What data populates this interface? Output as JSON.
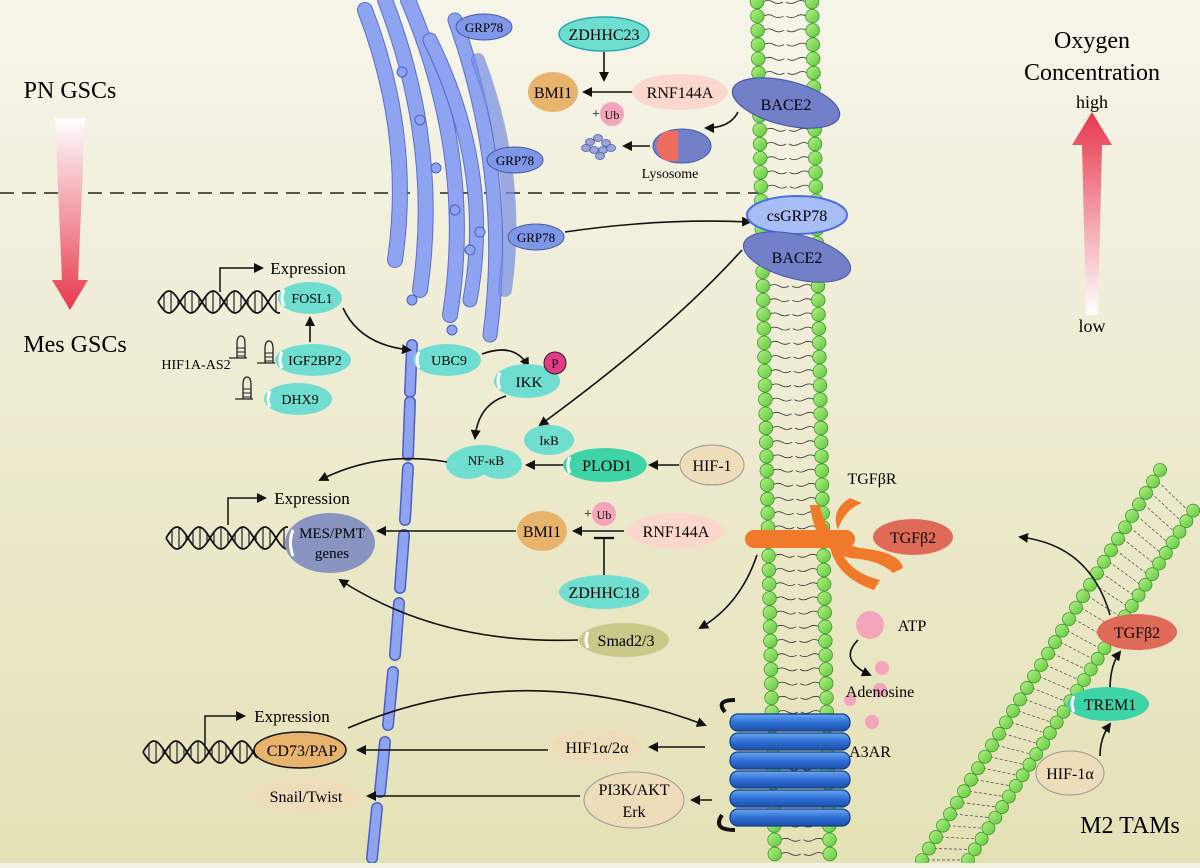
{
  "left_labels": {
    "top": "PN GSCs",
    "bottom": "Mes GSCs"
  },
  "oxygen": {
    "title_line1": "Oxygen",
    "title_line2": "Concentration",
    "high": "high",
    "low": "low"
  },
  "corner_label": "M2 TAMs",
  "colors": {
    "background_top": "#f5f3e6",
    "background_bottom": "#e6e2b8",
    "membrane_bead": "#8ee05a",
    "er": "#7f97e8",
    "cyan_protein": "#6fded0",
    "receptor": "#f07a2a",
    "a3ar": "#2f6fd6",
    "red_arrow": "#e8384c"
  },
  "nodes": {
    "grp78_top": "GRP78",
    "grp78_mid": "GRP78",
    "grp78_lower": "GRP78",
    "zdhhc23": "ZDHHC23",
    "bmi1_top": "BMI1",
    "rnf144a_top": "RNF144A",
    "ub_top": "Ub",
    "plus_top": "+",
    "bace2_top": "BACE2",
    "lysosome": "Lysosome",
    "csgrp78": "csGRP78",
    "bace2_mid": "BACE2",
    "expression_1": "Expression",
    "fosl1": "FOSL1",
    "hif1a_as2": "HIF1A-AS2",
    "igf2bp2": "IGF2BP2",
    "dhx9": "DHX9",
    "ubc9": "UBC9",
    "ikk": "IKK",
    "p": "P",
    "ikb": "IκB",
    "nfkb": "NF-κB",
    "plod1": "PLOD1",
    "hif1": "HIF-1",
    "tgfbr": "TGFβR",
    "tgfb2_receptor": "TGFβ2",
    "expression_2": "Expression",
    "mes_pmt_line1": "MES/PMT",
    "mes_pmt_line2": "genes",
    "bmi1_mid": "BMI1",
    "ub_mid": "Ub",
    "plus_mid": "+",
    "rnf144a_mid": "RNF144A",
    "zdhhc18": "ZDHHC18",
    "smad23": "Smad2/3",
    "atp": "ATP",
    "adenosine": "Adenosine",
    "a3ar": "A3AR",
    "tgfb2_tam": "TGFβ2",
    "trem1": "TREM1",
    "hif1a_tam": "HIF-1α",
    "expression_3": "Expression",
    "cd73": "CD73/PAP",
    "hif1a2a": "HIF1α/2α",
    "pi3k_line1": "PI3K/AKT",
    "pi3k_line2": "Erk",
    "snail": "Snail/Twist"
  }
}
